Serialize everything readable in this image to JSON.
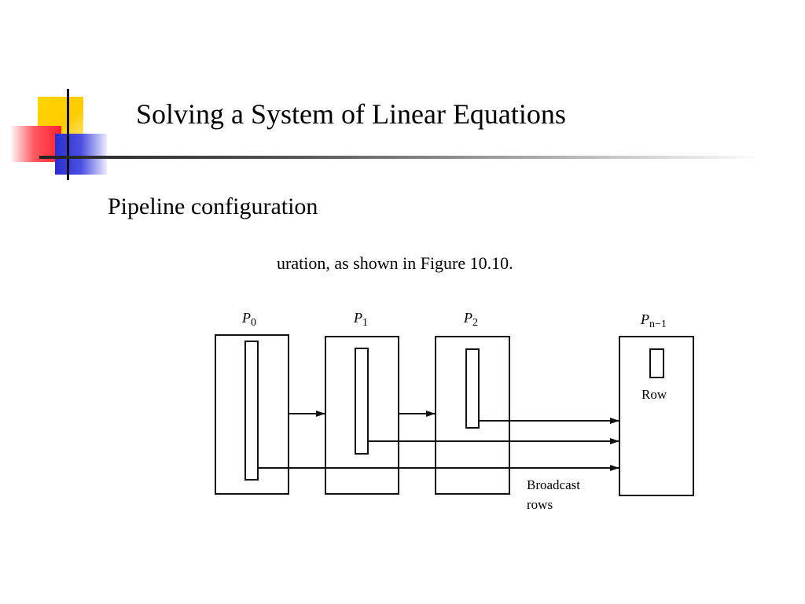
{
  "slide": {
    "title": "Solving a System of Linear Equations",
    "subtitle": "Pipeline configuration"
  },
  "figure": {
    "cut_text": "uration, as shown in Figure 10.10.",
    "processors": [
      {
        "name": "P",
        "sub": "0"
      },
      {
        "name": "P",
        "sub": "1"
      },
      {
        "name": "P",
        "sub": "2"
      },
      {
        "name": "P",
        "sub": "n−1"
      }
    ],
    "row_label": "Row",
    "broadcast_label_line1": "Broadcast",
    "broadcast_label_line2": "rows"
  },
  "colors": {
    "accent_yellow": "#ffcc00",
    "accent_red": "#ff2030",
    "accent_blue": "#2a2ed0"
  }
}
